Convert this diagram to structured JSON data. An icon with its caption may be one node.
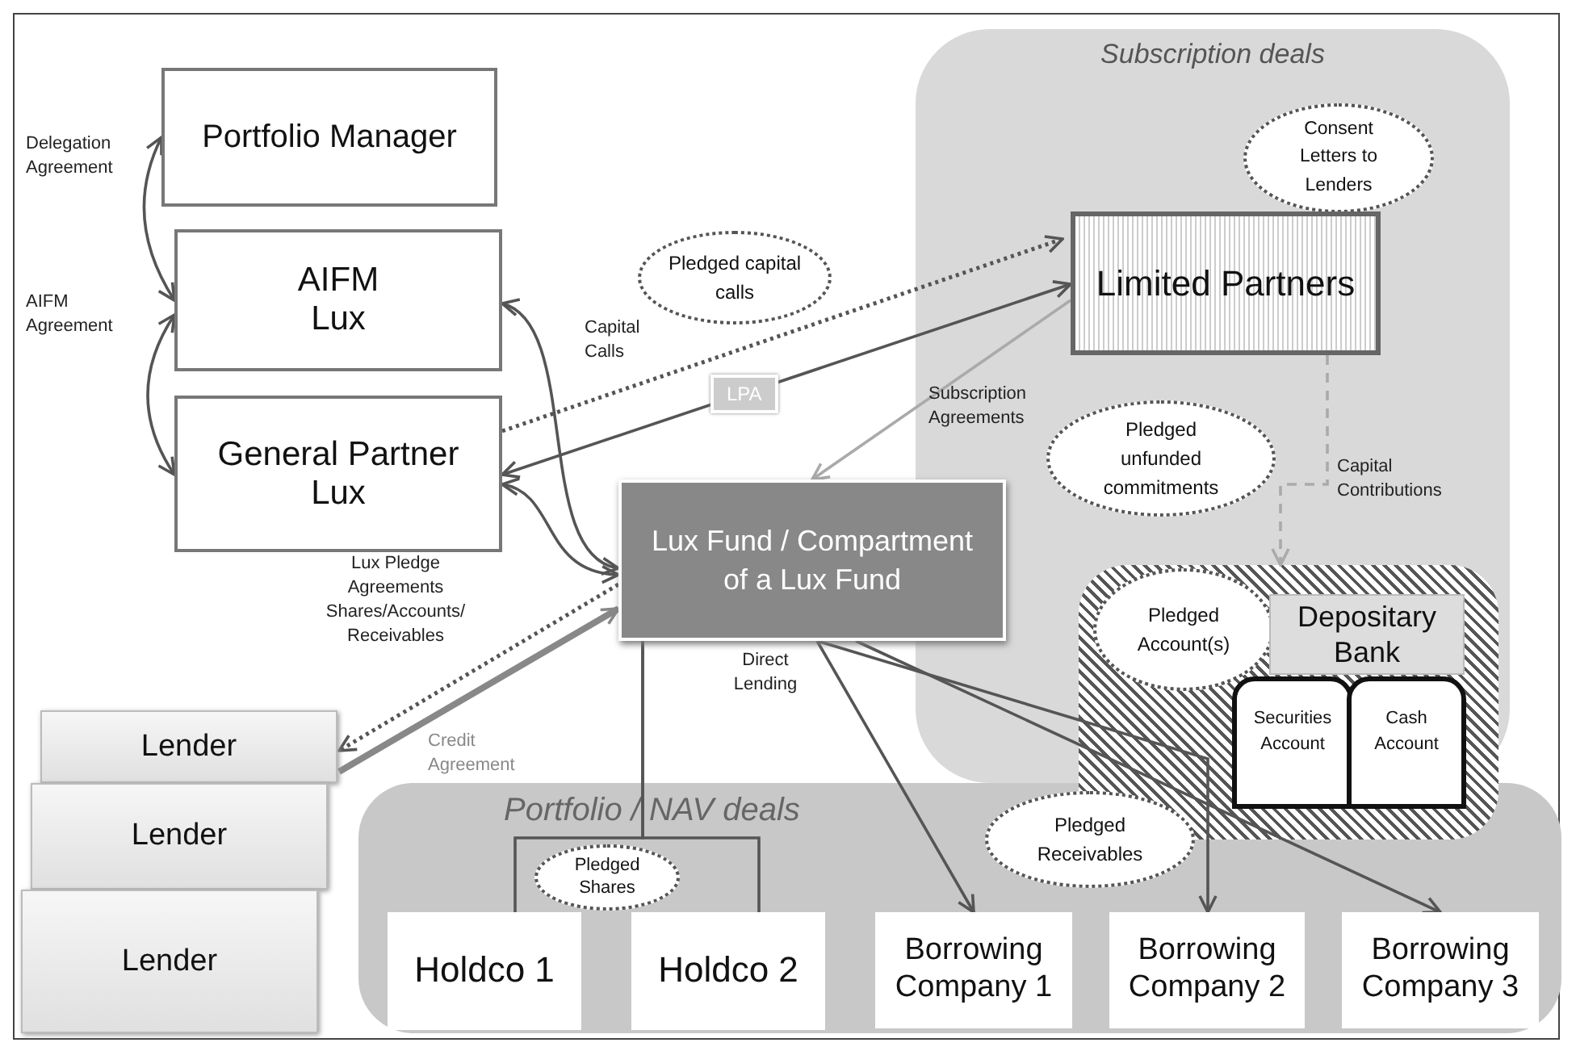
{
  "diagram": {
    "nodes": [
      {
        "text": [
          "Portfolio Manager"
        ]
      },
      {
        "text": [
          "AIFM Lux"
        ]
      },
      {
        "text": [
          "General Partner Lux"
        ]
      },
      {
        "text": [
          "Subscription deals"
        ]
      },
      {
        "text": [
          "Consent Letters to Lenders"
        ],
        "in": 3
      },
      {
        "text": [
          "Limited Partners"
        ],
        "in": 3
      },
      {
        "text": [
          "Pledged capital calls"
        ]
      },
      {
        "text": [
          "Pledged unfunded commitments"
        ],
        "in": 3
      },
      {
        "text": [
          "Lux Fund / Compartment of a Lux Fund"
        ]
      },
      {
        "text": [],
        "shape": "box"
      },
      {
        "text": [
          "Pledged Account(s)"
        ]
      },
      {
        "text": [
          "Depositary Bank"
        ]
      },
      {
        "text": [
          "Securities Account"
        ],
        "in": 9
      },
      {
        "text": [
          "Cash Account"
        ],
        "in": 9
      },
      {
        "text": [
          "Lender"
        ]
      },
      {
        "text": [
          "Lender"
        ]
      },
      {
        "text": [
          "Lender"
        ]
      },
      {
        "text": [
          "Portfolio / NAV deals"
        ]
      },
      {
        "text": [
          "Holdco 1"
        ],
        "in": 17
      },
      {
        "text": [
          "Holdco 2"
        ],
        "in": 17
      },
      {
        "text": [
          "Pledged Shares"
        ],
        "in": 17
      },
      {
        "text": [
          "Pledged Receivables"
        ],
        "in": 17
      },
      {
        "text": [
          "Borrowing Company 1"
        ],
        "in": 17
      },
      {
        "text": [
          "Borrowing Company 2"
        ],
        "in": 17
      },
      {
        "text": [
          "Borrowing Company 3"
        ],
        "in": 17
      }
    ],
    "edges": [
      {
        "from": 0,
        "to": 1,
        "arrow": "both",
        "label": "Delegation Agreement"
      },
      {
        "from": 1,
        "to": 2,
        "arrow": "both",
        "label": "AIFM Agreement"
      },
      {
        "from": 1,
        "to": 8,
        "arrow": "both"
      },
      {
        "from": 2,
        "to": 8,
        "arrow": "both"
      },
      {
        "from": 2,
        "to": 5,
        "arrow": "to",
        "style": "dashed",
        "label": "Capital Calls"
      },
      {
        "from": 5,
        "to": 2,
        "arrow": "both",
        "label": "LPA"
      },
      {
        "from": 5,
        "to": 8,
        "arrow": "to",
        "color": "#aaaaaa",
        "label": "Subscription Agreements"
      },
      {
        "from": 5,
        "to": 9,
        "arrow": "to",
        "style": "dashed",
        "color": "#aaaaaa",
        "label": "Capital Contributions"
      },
      {
        "from": 8,
        "to": 14,
        "arrow": "to",
        "style": "dashed",
        "label": "Lux Pledge Agreements Shares/Accounts/ Receivables"
      },
      {
        "from": 14,
        "to": 8,
        "arrow": "to",
        "style": "thick",
        "color": "#888888",
        "label": "Credit Agreement"
      },
      {
        "from": 8,
        "to": 18,
        "arrow": "none"
      },
      {
        "from": 8,
        "to": 19,
        "arrow": "none"
      },
      {
        "from": 8,
        "to": 22,
        "arrow": "to",
        "label": "Direct Lending"
      },
      {
        "from": 8,
        "to": 23,
        "arrow": "to"
      },
      {
        "from": 8,
        "to": 24,
        "arrow": "to"
      }
    ]
  }
}
